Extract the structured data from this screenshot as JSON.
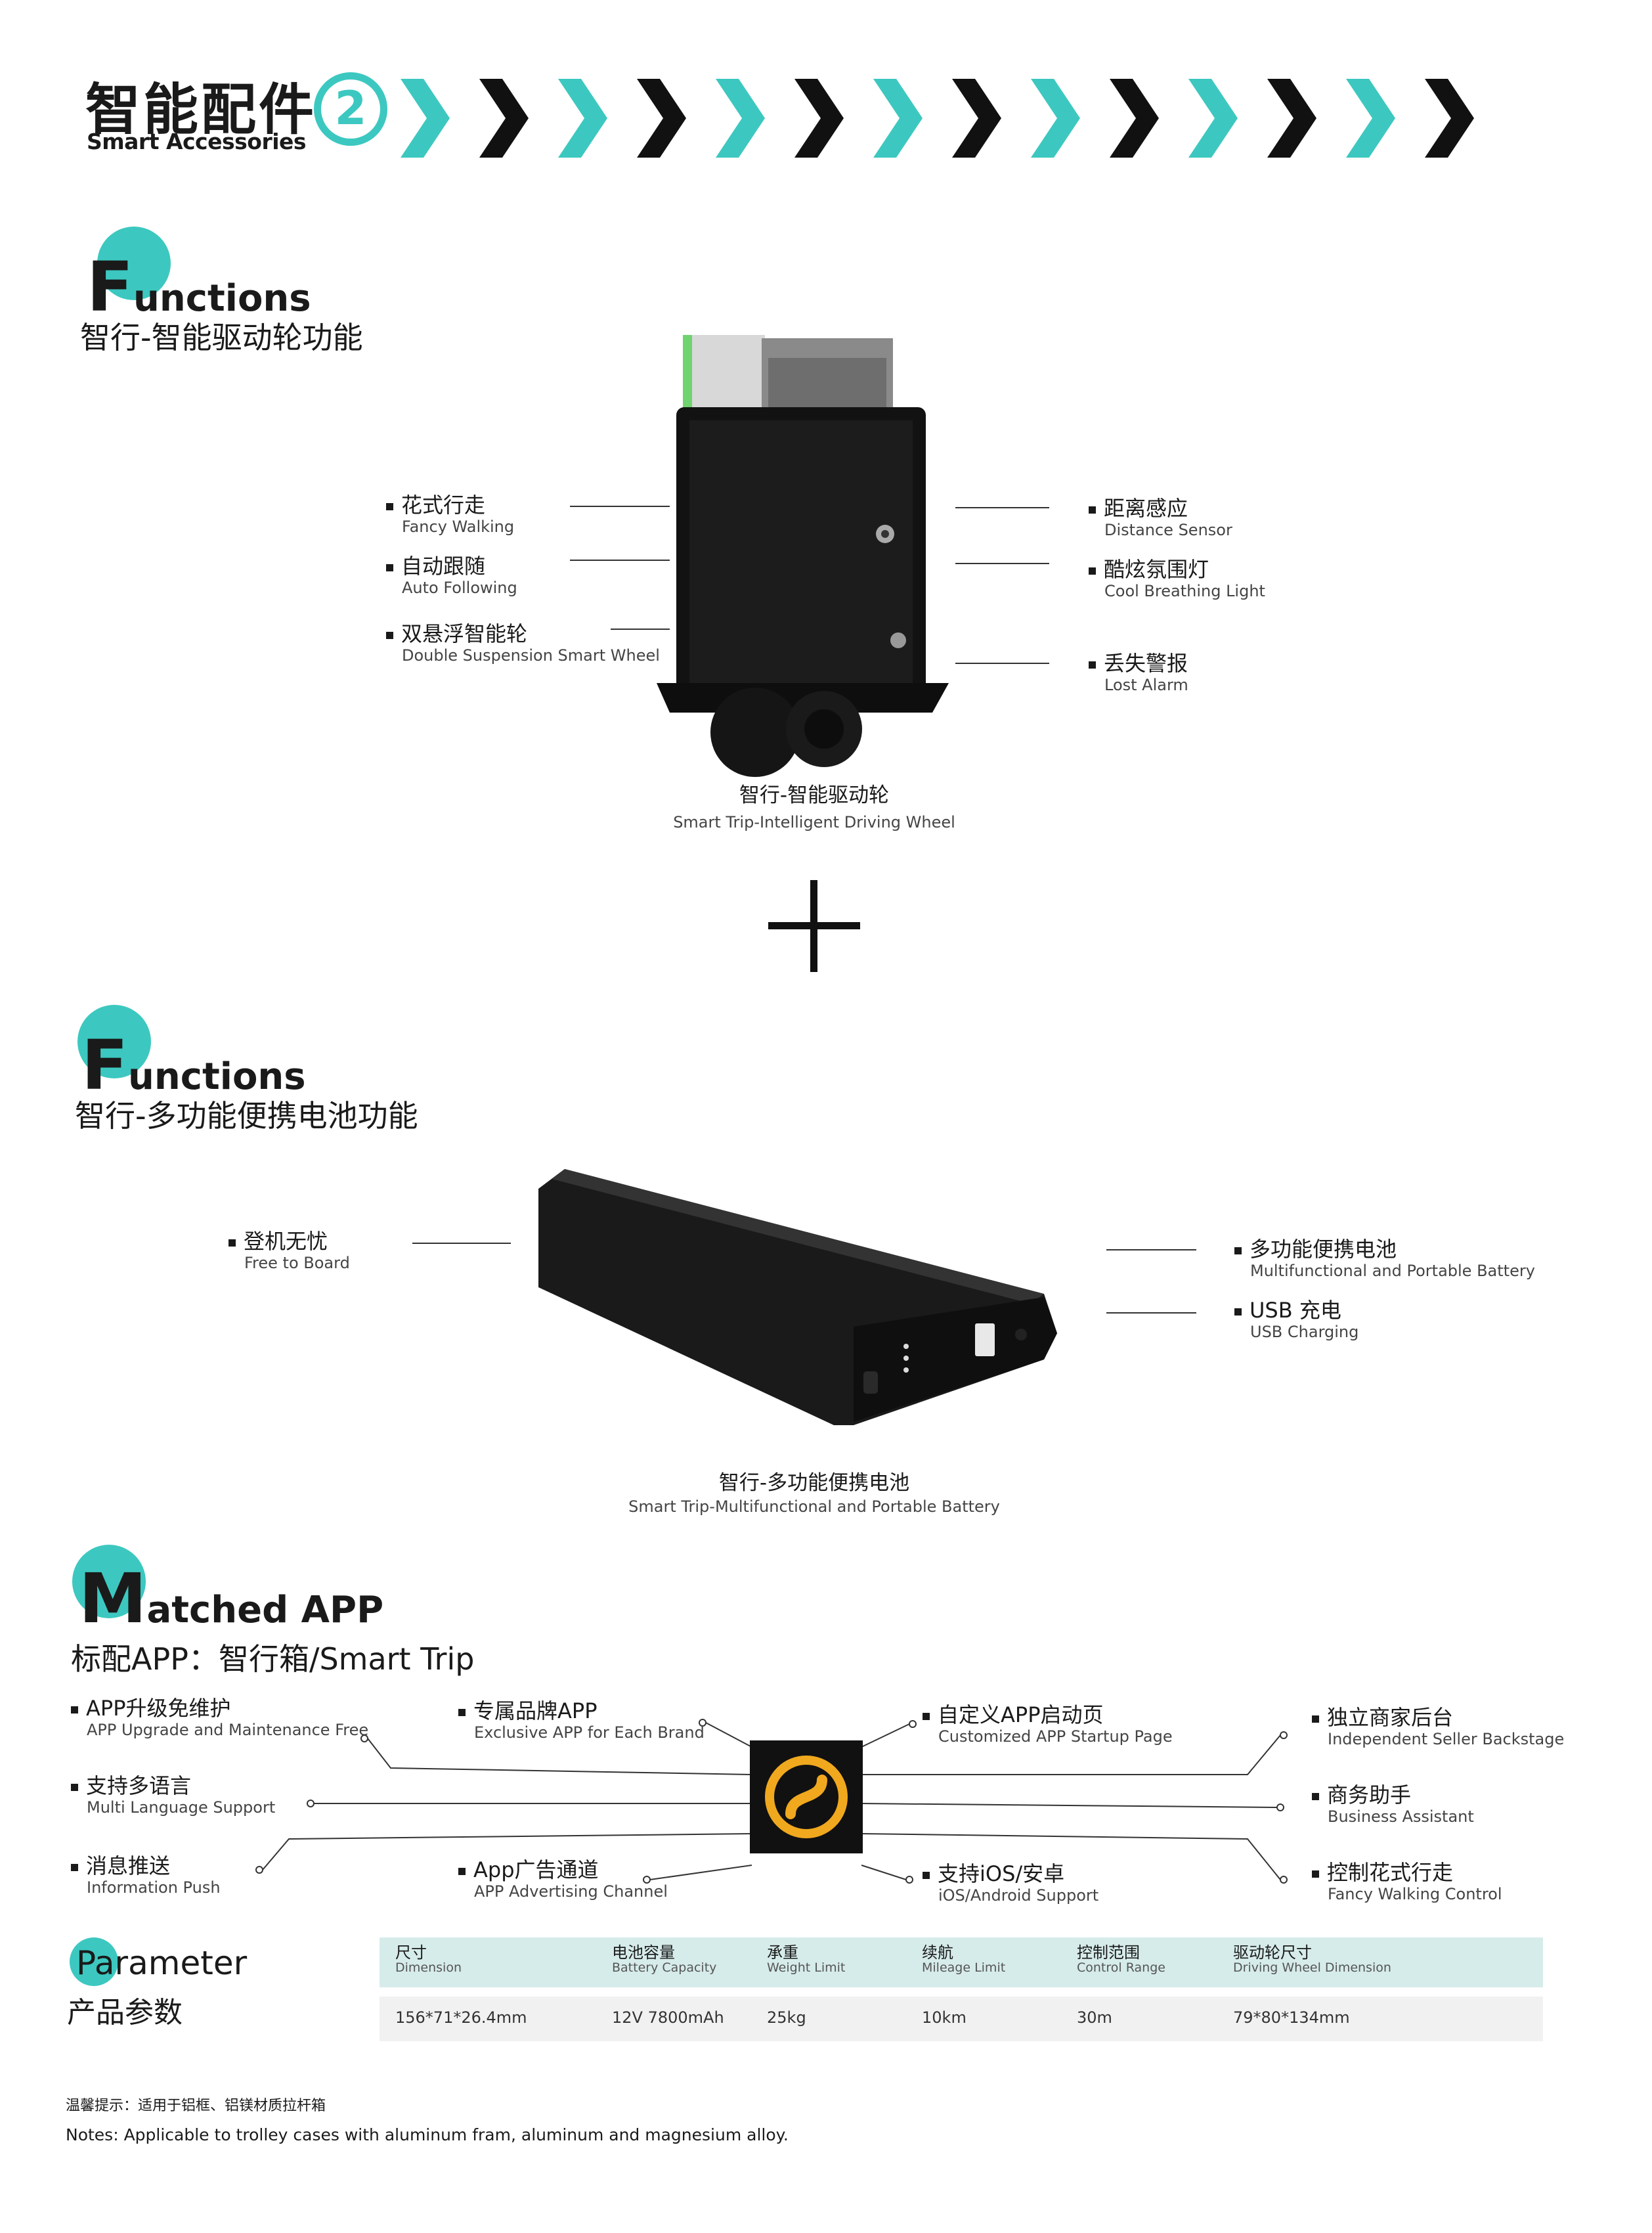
{
  "header": {
    "title_cn": "智能配件",
    "title_en": "Smart Accessories",
    "number": "2"
  },
  "colors": {
    "accent": "#3cc8c0",
    "dark": "#1a1a1a",
    "table_header": "#d6ecea"
  },
  "section1": {
    "big_letter": "F",
    "rest": "unctions",
    "subtitle_cn": "智行-智能驱动轮功能",
    "features_left": [
      {
        "cn": "花式行走",
        "en": "Fancy Walking"
      },
      {
        "cn": "自动跟随",
        "en": "Auto Following"
      },
      {
        "cn": "双悬浮智能轮",
        "en": "Double Suspension Smart Wheel"
      }
    ],
    "features_right": [
      {
        "cn": "距离感应",
        "en": "Distance Sensor"
      },
      {
        "cn": "酷炫氛围灯",
        "en": "Cool Breathing Light"
      },
      {
        "cn": "丢失警报",
        "en": "Lost Alarm"
      }
    ],
    "caption_cn": "智行-智能驱动轮",
    "caption_en": "Smart Trip-Intelligent Driving Wheel"
  },
  "section2": {
    "big_letter": "F",
    "rest": "unctions",
    "subtitle_cn": "智行-多功能便携电池功能",
    "features_left": [
      {
        "cn": "登机无忧",
        "en": "Free to Board"
      }
    ],
    "features_right": [
      {
        "cn": "多功能便携电池",
        "en": "Multifunctional and Portable Battery"
      },
      {
        "cn": "USB 充电",
        "en": "USB Charging"
      }
    ],
    "caption_cn": "智行-多功能便携电池",
    "caption_en": "Smart Trip-Multifunctional and Portable Battery"
  },
  "section3": {
    "big_letter": "M",
    "rest": "atched APP",
    "subtitle_cn": "标配APP：智行箱/Smart Trip",
    "col1": [
      {
        "cn": "APP升级免维护",
        "en": "APP Upgrade and Maintenance Free"
      },
      {
        "cn": "支持多语言",
        "en": "Multi Language Support"
      },
      {
        "cn": "消息推送",
        "en": "Information Push"
      }
    ],
    "col2": [
      {
        "cn": "专属品牌APP",
        "en": "Exclusive APP for Each Brand"
      },
      {
        "cn": "App广告通道",
        "en": "APP Advertising Channel"
      }
    ],
    "col3": [
      {
        "cn": "自定义APP启动页",
        "en": "Customized APP Startup Page"
      },
      {
        "cn": "支持iOS/安卓",
        "en": "iOS/Android Support"
      }
    ],
    "col4": [
      {
        "cn": "独立商家后台",
        "en": "Independent Seller Backstage"
      },
      {
        "cn": "商务助手",
        "en": "Business Assistant"
      },
      {
        "cn": "控制花式行走",
        "en": "Fancy Walking Control"
      }
    ]
  },
  "parameter": {
    "big_letter": "P",
    "rest": "arameter",
    "subtitle_cn": "产品参数",
    "headers": [
      {
        "cn": "尺寸",
        "en": "Dimension"
      },
      {
        "cn": "电池容量",
        "en": "Battery Capacity"
      },
      {
        "cn": "承重",
        "en": "Weight Limit"
      },
      {
        "cn": "续航",
        "en": "Mileage Limit"
      },
      {
        "cn": "控制范围",
        "en": "Control Range"
      },
      {
        "cn": "驱动轮尺寸",
        "en": "Driving Wheel Dimension"
      }
    ],
    "values": [
      "156*71*26.4mm",
      "12V  7800mAh",
      "25kg",
      "10km",
      "30m",
      "79*80*134mm"
    ]
  },
  "notes": {
    "cn": "温馨提示：适用于铝框、铝镁材质拉杆箱",
    "en": "Notes: Applicable to trolley cases with aluminum fram, aluminum and magnesium alloy."
  }
}
